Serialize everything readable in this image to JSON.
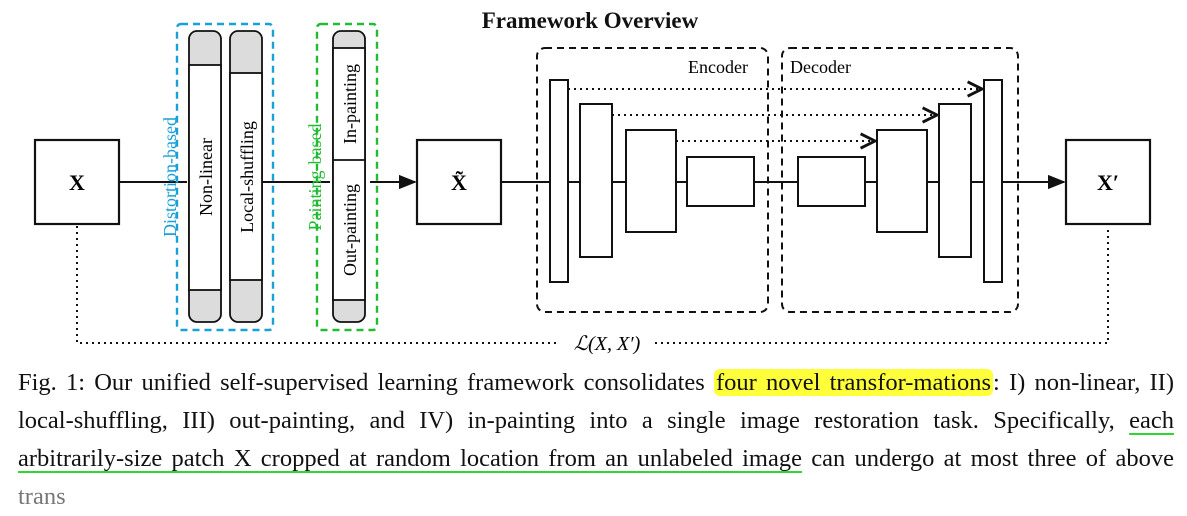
{
  "title": "Framework Overview",
  "input_label": "X",
  "transformed_label": "X̃",
  "output_label": "X′",
  "loss_label": "ℒ(X, X′)",
  "groups": {
    "distortion": {
      "label": "Distortion-based",
      "color": "#1a9fd8",
      "items": [
        "Non-linear",
        "Local-shuffling"
      ]
    },
    "painting": {
      "label": "Painting-based",
      "color": "#22bb33",
      "items": [
        "Out-painting",
        "In-painting"
      ]
    }
  },
  "network": {
    "encoder_label": "Encoder",
    "decoder_label": "Decoder"
  },
  "caption": {
    "prefix": "Fig. 1: Our unified self-supervised learning framework consolidates ",
    "highlight": "four novel transfor-mations",
    "middle": ": I) non-linear, II) local-shuffling, III) out-painting, and IV) in-painting into a single image restoration task. Specifically, ",
    "underline": "each arbitrarily-size patch X cropped at random location from an unlabeled image",
    "suffix": " can undergo at most three of above ",
    "cut": "trans"
  },
  "colors": {
    "highlight": "#ffff3a",
    "underline": "#31d431"
  }
}
